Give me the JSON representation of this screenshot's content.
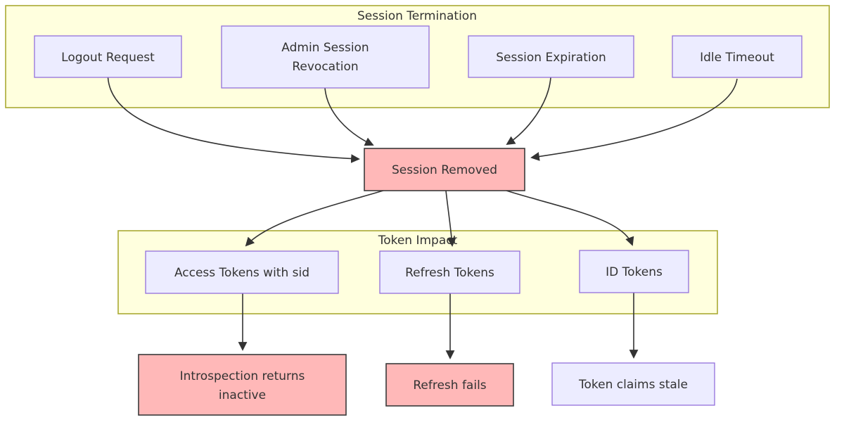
{
  "diagram": {
    "type": "flowchart",
    "clusters": {
      "session_termination": {
        "label": "Session Termination"
      },
      "token_impact": {
        "label": "Token Impact"
      }
    },
    "nodes": {
      "logout_request": {
        "label": "Logout Request"
      },
      "admin_session_revocation": {
        "line1": "Admin Session",
        "line2": "Revocation"
      },
      "session_expiration": {
        "label": "Session Expiration"
      },
      "idle_timeout": {
        "label": "Idle Timeout"
      },
      "session_removed": {
        "label": "Session Removed"
      },
      "access_tokens_with_sid": {
        "label": "Access Tokens with sid"
      },
      "refresh_tokens": {
        "label": "Refresh Tokens"
      },
      "id_tokens": {
        "label": "ID Tokens"
      },
      "introspection_returns_inactive": {
        "line1": "Introspection returns",
        "line2": "inactive"
      },
      "refresh_fails": {
        "label": "Refresh fails"
      },
      "token_claims_stale": {
        "label": "Token claims stale"
      }
    },
    "edges": [
      {
        "from": "Logout Request",
        "to": "Session Removed"
      },
      {
        "from": "Admin Session Revocation",
        "to": "Session Removed"
      },
      {
        "from": "Session Expiration",
        "to": "Session Removed"
      },
      {
        "from": "Idle Timeout",
        "to": "Session Removed"
      },
      {
        "from": "Session Removed",
        "to": "Access Tokens with sid"
      },
      {
        "from": "Session Removed",
        "to": "Refresh Tokens"
      },
      {
        "from": "Session Removed",
        "to": "ID Tokens"
      },
      {
        "from": "Access Tokens with sid",
        "to": "Introspection returns inactive"
      },
      {
        "from": "Refresh Tokens",
        "to": "Refresh fails"
      },
      {
        "from": "ID Tokens",
        "to": "Token claims stale"
      }
    ],
    "colors": {
      "cluster_fill": "#ffffde",
      "cluster_border": "#aaaa33",
      "node_fill": "#ececff",
      "node_border": "#9370db",
      "alert_fill": "#ffb8b8",
      "alert_border": "#3a3a3a",
      "edge": "#333333",
      "text": "#333333"
    }
  }
}
